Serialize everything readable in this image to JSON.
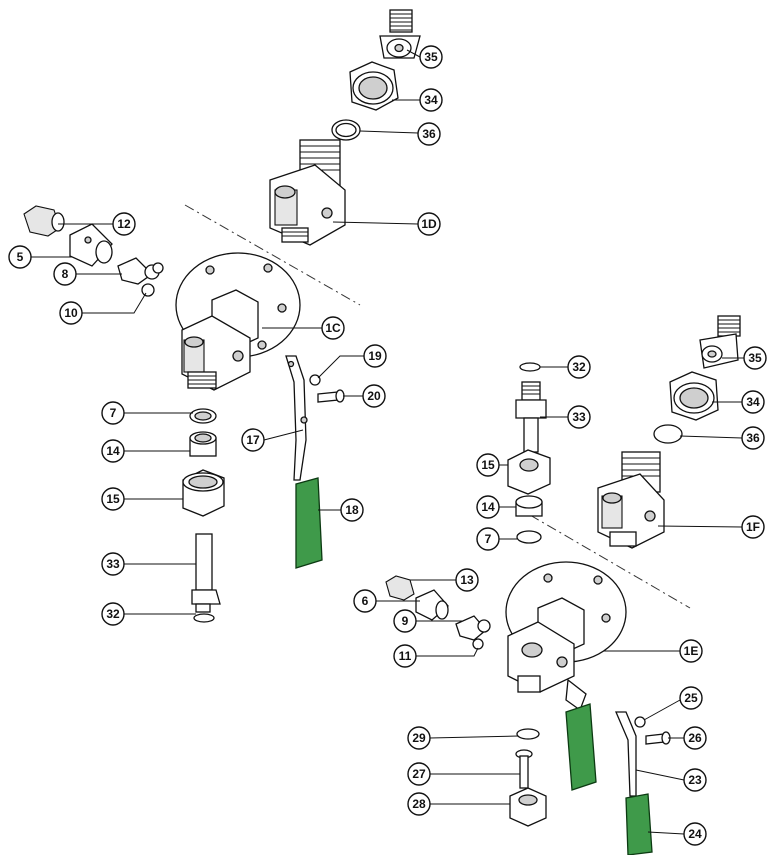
{
  "diagram": {
    "callouts": {
      "c35a": "35",
      "c34a": "34",
      "c36a": "36",
      "c1D": "1D",
      "c12": "12",
      "c5": "5",
      "c8": "8",
      "c10": "10",
      "c1C": "1C",
      "c19": "19",
      "c20": "20",
      "c7a": "7",
      "c14a": "14",
      "c17": "17",
      "c15a": "15",
      "c18": "18",
      "c33a": "33",
      "c32a": "32",
      "c32b": "32",
      "c33b": "33",
      "c35b": "35",
      "c34b": "34",
      "c36b": "36",
      "c15b": "15",
      "c14b": "14",
      "c7b": "7",
      "c1F": "1F",
      "c13": "13",
      "c6": "6",
      "c9": "9",
      "c11": "11",
      "c1E": "1E",
      "c25": "25",
      "c29": "29",
      "c26": "26",
      "c27": "27",
      "c23": "23",
      "c28": "28",
      "c24": "24"
    },
    "colors": {
      "handle": "#3f9a4a",
      "line": "#111111"
    }
  }
}
